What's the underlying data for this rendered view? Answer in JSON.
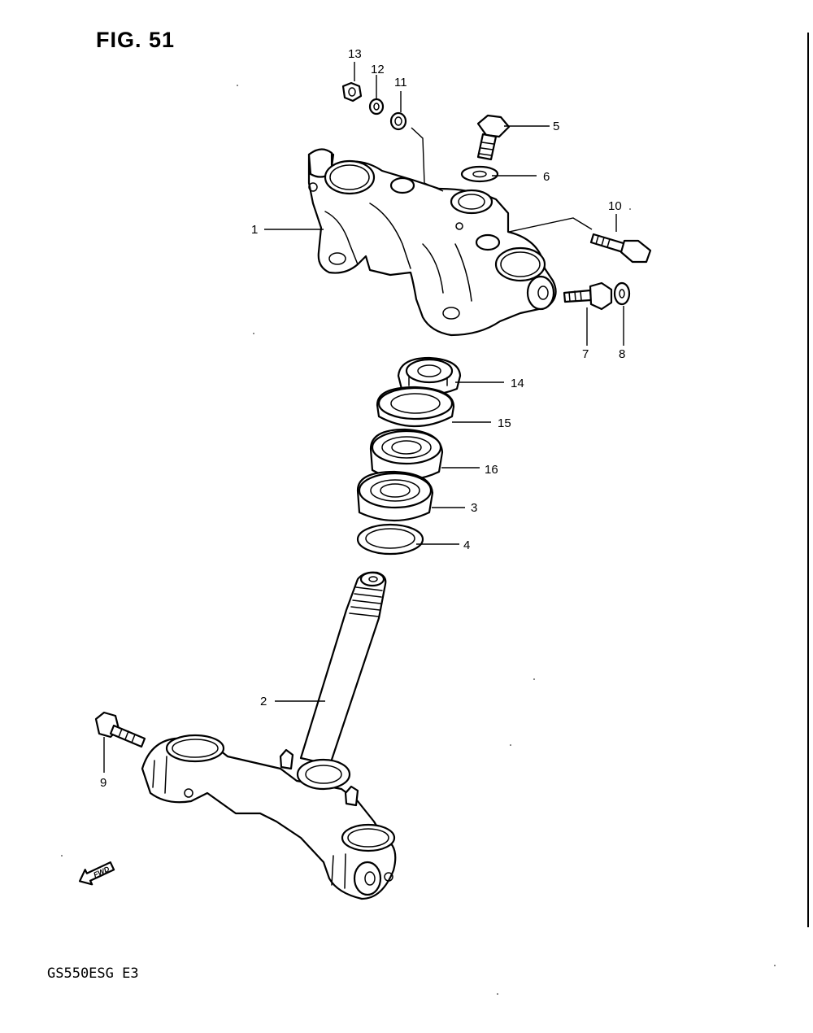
{
  "figure": {
    "title": "FIG. 51",
    "model_code": "GS550ESG  E3",
    "direction_marker": "FWD"
  },
  "callouts": [
    {
      "id": "1",
      "label": "1"
    },
    {
      "id": "2",
      "label": "2"
    },
    {
      "id": "3",
      "label": "3"
    },
    {
      "id": "4",
      "label": "4"
    },
    {
      "id": "5",
      "label": "5"
    },
    {
      "id": "6",
      "label": "6"
    },
    {
      "id": "7",
      "label": "7"
    },
    {
      "id": "8",
      "label": "8"
    },
    {
      "id": "9",
      "label": "9"
    },
    {
      "id": "10",
      "label": "10"
    },
    {
      "id": "11",
      "label": "11"
    },
    {
      "id": "12",
      "label": "12"
    },
    {
      "id": "13",
      "label": "13"
    },
    {
      "id": "14",
      "label": "14"
    },
    {
      "id": "15",
      "label": "15"
    },
    {
      "id": "16",
      "label": "16"
    }
  ]
}
